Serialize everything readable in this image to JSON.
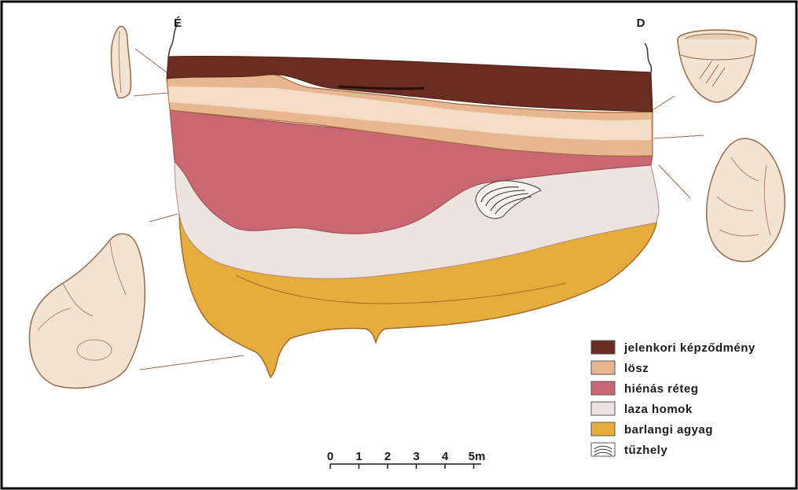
{
  "orientation": {
    "left": "É",
    "right": "D"
  },
  "legend": [
    {
      "label": "jelenkori képződmény",
      "color": "#6b2d22"
    },
    {
      "label": "lösz",
      "color": "#e7b792"
    },
    {
      "label": "hiénás réteg",
      "color": "#c96872"
    },
    {
      "label": "laza homok",
      "color": "#eee4df"
    },
    {
      "label": "barlangi agyag",
      "color": "#e6ad3c"
    },
    {
      "label": "tűzhely",
      "color": "#ffffff"
    }
  ],
  "scale": {
    "ticks": [
      "0",
      "1",
      "2",
      "3",
      "4",
      "5m"
    ]
  },
  "colors": {
    "outline": "#8a4a2c",
    "artifact_stroke": "#9a6a48",
    "artifact_fill": "#f3e3d2",
    "border": "#000000"
  }
}
